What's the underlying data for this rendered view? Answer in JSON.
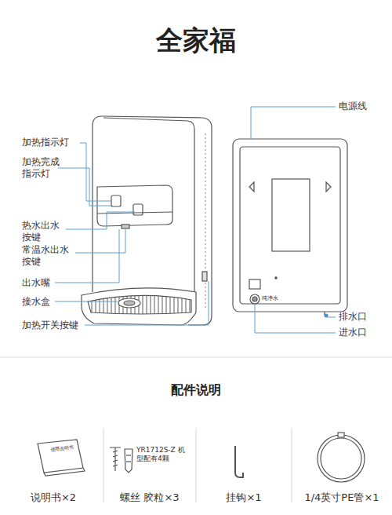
{
  "diagram": {
    "title": "全家福",
    "labels": [
      "加热指示灯",
      "加热完成 指示灯",
      "热水出水 按键",
      "常温水出水 按键",
      "出水嘴",
      "接水盒",
      "加热开关按键",
      "电源线",
      "排水口",
      "进水口",
      "纯净水",
      "配件说明",
      "使用说明书",
      "YR1712S-Z 机型配有4颗",
      "说明书×2",
      "螺丝 胶粒×3",
      "挂钩×1",
      "1/4英寸PE管×1"
    ]
  }
}
